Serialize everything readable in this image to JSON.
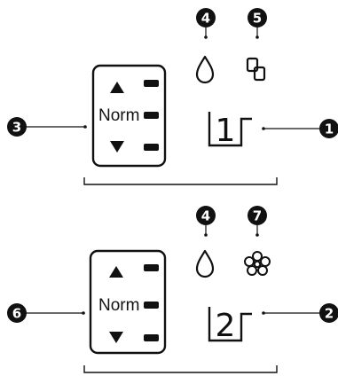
{
  "panel_top": {
    "mode_label": "Norm",
    "display_digit": "1",
    "callouts": {
      "icon_left": "4",
      "icon_right": "5",
      "selector": "3",
      "display": "1"
    },
    "icons": {
      "left": "water-drop-icon",
      "right": "ice-chain-icon"
    }
  },
  "panel_bottom": {
    "mode_label": "Norm",
    "display_digit": "2",
    "callouts": {
      "icon_left": "4",
      "icon_right": "7",
      "selector": "6",
      "display": "2"
    },
    "icons": {
      "left": "water-drop-icon",
      "right": "flower-icon"
    }
  },
  "colors": {
    "ink": "#111111",
    "background": "#ffffff"
  }
}
